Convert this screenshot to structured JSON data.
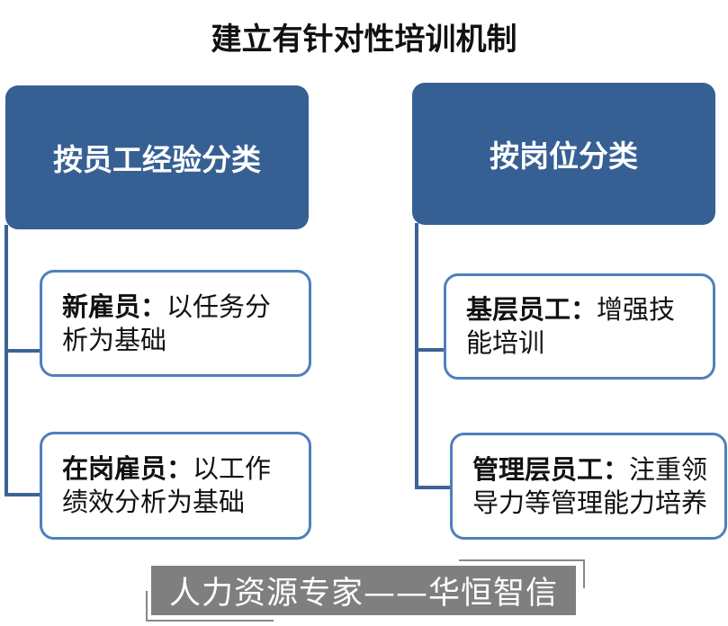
{
  "title": "建立有针对性培训机制",
  "left": {
    "header": "按员工经验分类",
    "items": [
      {
        "label": "新雇员：",
        "text": "以任务分析为基础"
      },
      {
        "label": "在岗雇员：",
        "text": "以工作绩效分析为基础"
      }
    ]
  },
  "right": {
    "header": "按岗位分类",
    "items": [
      {
        "label": "基层员工：",
        "text": "增强技能培训"
      },
      {
        "label": "管理层员工：",
        "text": "注重领导力等管理能力培养"
      }
    ]
  },
  "footer": "人力资源专家——华恒智信"
}
